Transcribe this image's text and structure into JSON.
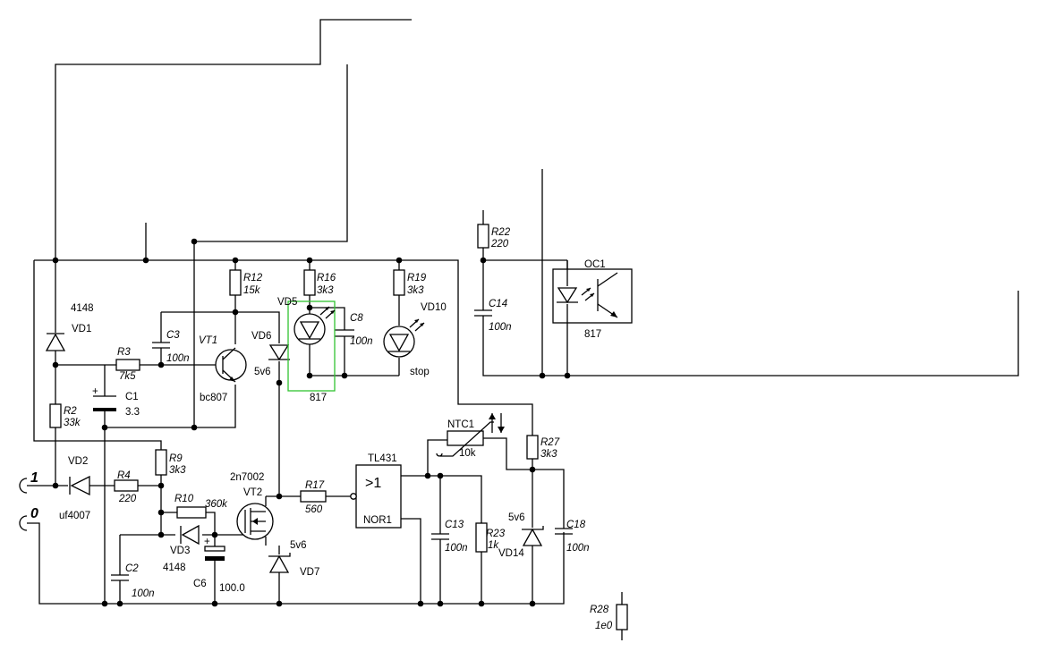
{
  "schematic": {
    "components": {
      "R2": {
        "ref": "R2",
        "value": "33k"
      },
      "R3": {
        "ref": "R3",
        "value": "7k5"
      },
      "R4": {
        "ref": "R4",
        "value": "220"
      },
      "R9": {
        "ref": "R9",
        "value": "3k3"
      },
      "R10": {
        "ref": "R10",
        "value": "360k"
      },
      "R12": {
        "ref": "R12",
        "value": "15k"
      },
      "R16": {
        "ref": "R16",
        "value": "3k3"
      },
      "R17": {
        "ref": "R17",
        "value": "560"
      },
      "R19": {
        "ref": "R19",
        "value": "3k3"
      },
      "R22": {
        "ref": "R22",
        "value": "220"
      },
      "R23": {
        "ref": "R23",
        "value": "1k"
      },
      "R27": {
        "ref": "R27",
        "value": "3k3"
      },
      "R28": {
        "ref": "R28",
        "value": "1e0"
      },
      "C1": {
        "ref": "C1",
        "value": "3.3"
      },
      "C2": {
        "ref": "C2",
        "value": "100n"
      },
      "C3": {
        "ref": "C3",
        "value": "100n"
      },
      "C6": {
        "ref": "C6",
        "value": "100.0"
      },
      "C8": {
        "ref": "C8",
        "value": "100n"
      },
      "C13": {
        "ref": "C13",
        "value": "100n"
      },
      "C14": {
        "ref": "C14",
        "value": "100n"
      },
      "C18": {
        "ref": "C18",
        "value": "100n"
      },
      "VD1": {
        "ref": "VD1",
        "value": "4148"
      },
      "VD2": {
        "ref": "VD2",
        "value": "uf4007"
      },
      "VD3": {
        "ref": "VD3",
        "value": "4148"
      },
      "VD5": {
        "ref": "VD5",
        "value": "817"
      },
      "VD6": {
        "ref": "VD6",
        "value": "5v6"
      },
      "VD7": {
        "ref": "VD7",
        "value": "5v6"
      },
      "VD10": {
        "ref": "VD10",
        "value": "stop"
      },
      "VD14": {
        "ref": "VD14",
        "value": "5v6"
      },
      "VT1": {
        "ref": "VT1",
        "value": "bc807"
      },
      "VT2": {
        "ref": "VT2",
        "value": "2n7002"
      },
      "NTC1": {
        "ref": "NTC1",
        "value": "10k"
      },
      "OC1": {
        "ref": "OC1",
        "value": "817"
      },
      "U1": {
        "ref": "TL431",
        "value": "NOR1",
        "symbol": ">1"
      }
    },
    "terminals": {
      "t1": "1",
      "t0": "0"
    },
    "plus_marks": [
      "+",
      "+"
    ],
    "highlight_color": "#31c231"
  }
}
